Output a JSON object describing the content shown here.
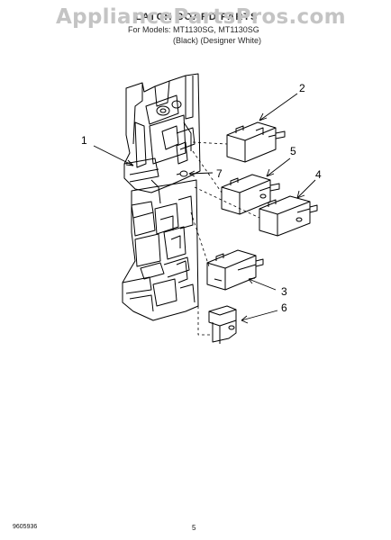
{
  "watermark": "AppliancePartsPros.com",
  "header": {
    "title": "LATCH BOARD PARTS",
    "subtitle": "For Models: MT1130SG, MT1130SG",
    "variant": "(Black) (Designer White)"
  },
  "callouts": {
    "c1": "1",
    "c2": "2",
    "c3": "3",
    "c4": "4",
    "c5": "5",
    "c6": "6",
    "c7": "7"
  },
  "footer": {
    "code": "9605936",
    "page": "5"
  }
}
